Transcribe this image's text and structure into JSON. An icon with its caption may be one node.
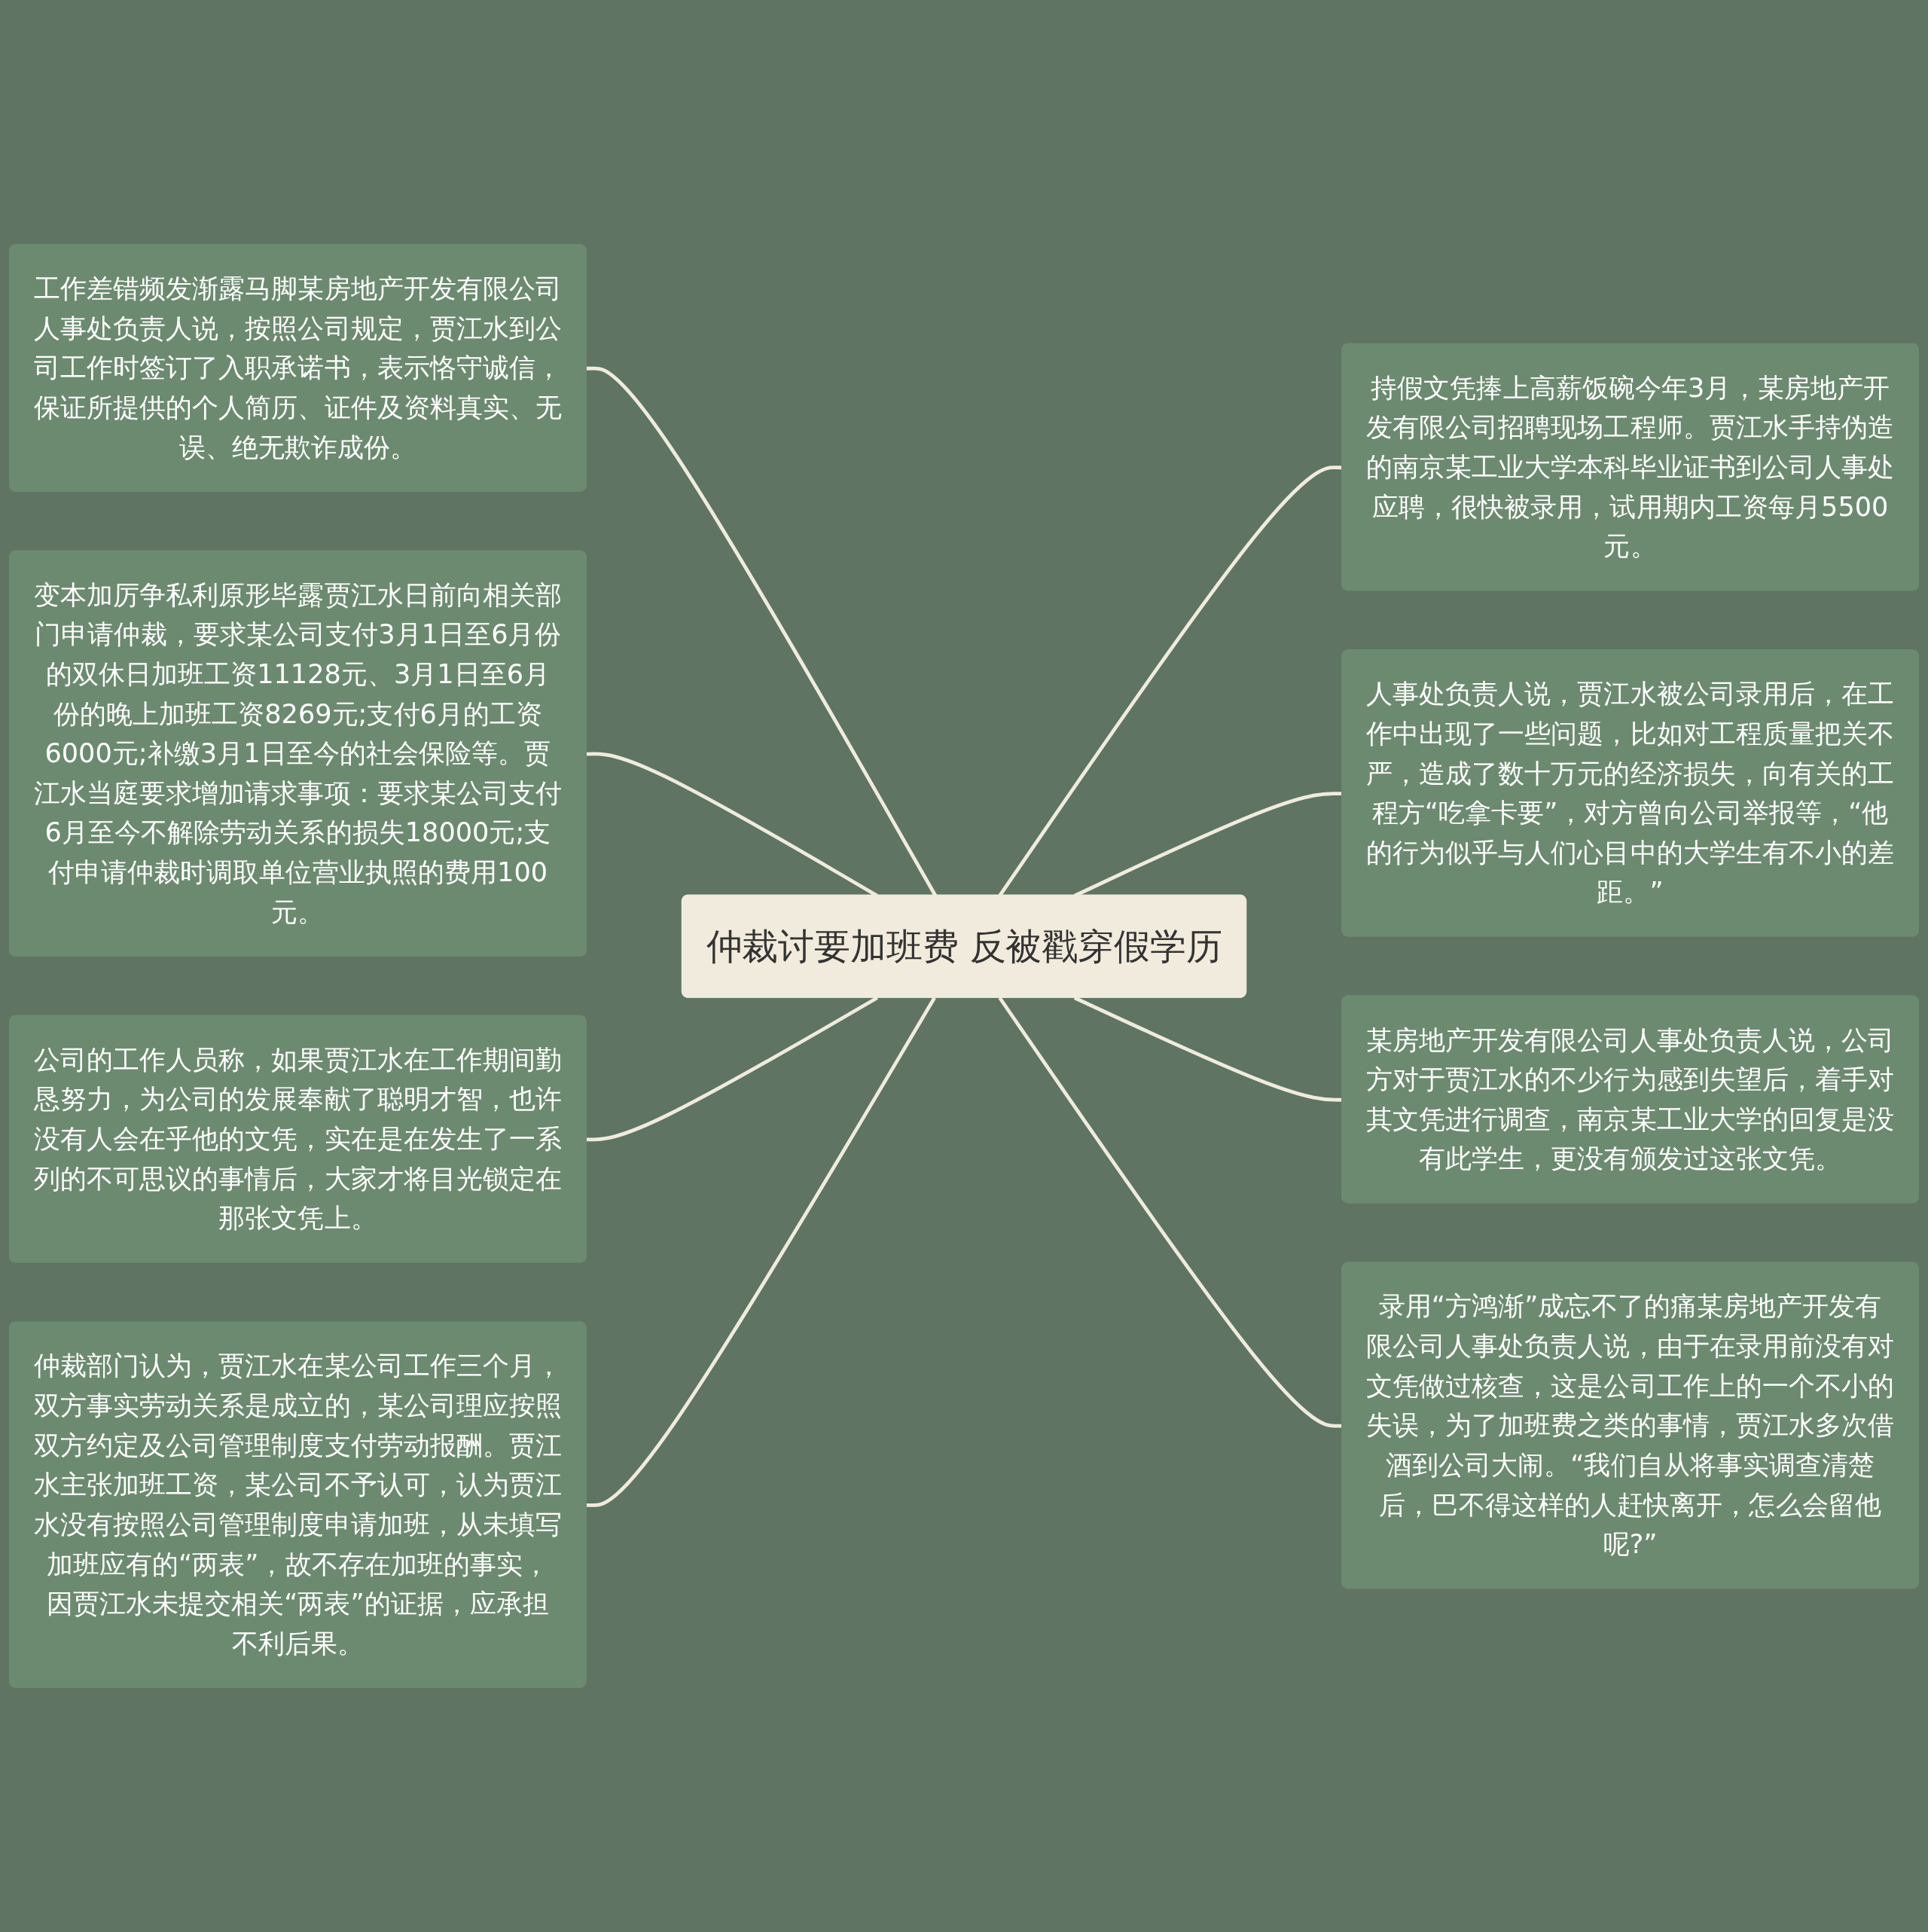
{
  "diagram": {
    "nodes": [
      {
        "text": [
          "仲裁讨要加班费 反被戳穿假学历"
        ]
      },
      {
        "text": [
          "工作差错频发渐露马脚某房地产开发有限公司人事处负责人说，按照公司规定，贾江水到公司工作时签订了入职承诺书，表示恪守诚信，保证所提供的个人简历、证件及资料真实、无误、绝无欺诈成份。"
        ]
      },
      {
        "text": [
          "变本加厉争私利原形毕露贾江水日前向相关部门申请仲裁，要求某公司支付3月1日至6月份的双休日加班工资11128元、3月1日至6月份的晚上加班工资8269元;支付6月的工资6000元;补缴3月1日至今的社会保险等。贾江水当庭要求增加请求事项：要求某公司支付6月至今不解除劳动关系的损失18000元;支付申请仲裁时调取单位营业执照的费用100元。"
        ]
      },
      {
        "text": [
          "公司的工作人员称，如果贾江水在工作期间勤恳努力，为公司的发展奉献了聪明才智，也许没有人会在乎他的文凭，实在是在发生了一系列的不可思议的事情后，大家才将目光锁定在那张文凭上。"
        ]
      },
      {
        "text": [
          "仲裁部门认为，贾江水在某公司工作三个月，双方事实劳动关系是成立的，某公司理应按照双方约定及公司管理制度支付劳动报酬。贾江水主张加班工资，某公司不予认可，认为贾江水没有按照公司管理制度申请加班，从未填写加班应有的“两表”，故不存在加班的事实，因贾江水未提交相关“两表”的证据，应承担不利后果。"
        ]
      },
      {
        "text": [
          "持假文凭捧上高薪饭碗今年3月，某房地产开发有限公司招聘现场工程师。贾江水手持伪造的南京某工业大学本科毕业证书到公司人事处应聘，很快被录用，试用期内工资每月5500元。"
        ]
      },
      {
        "text": [
          "人事处负责人说，贾江水被公司录用后，在工作中出现了一些问题，比如对工程质量把关不严，造成了数十万元的经济损失，向有关的工程方“吃拿卡要”，对方曾向公司举报等，“他的行为似乎与人们心目中的大学生有不小的差距。”"
        ]
      },
      {
        "text": [
          "某房地产开发有限公司人事处负责人说，公司方对于贾江水的不少行为感到失望后，着手对其文凭进行调查，南京某工业大学的回复是没有此学生，更没有颁发过这张文凭。"
        ]
      },
      {
        "text": [
          "录用“方鸿渐”成忘不了的痛某房地产开发有限公司人事处负责人说，由于在录用前没有对文凭做过核查，这是公司工作上的一个不小的失误，为了加班费之类的事情，贾江水多次借酒到公司大闹。“我们自从将事实调查清楚后，巴不得这样的人赶快离开，怎么会留他呢?”"
        ]
      }
    ],
    "edges": [
      {
        "from": 1,
        "to": 0,
        "arrow": "none"
      },
      {
        "from": 2,
        "to": 0,
        "arrow": "none"
      },
      {
        "from": 3,
        "to": 0,
        "arrow": "none"
      },
      {
        "from": 4,
        "to": 0,
        "arrow": "none"
      },
      {
        "from": 0,
        "to": 5,
        "arrow": "none"
      },
      {
        "from": 0,
        "to": 6,
        "arrow": "none"
      },
      {
        "from": 0,
        "to": 7,
        "arrow": "none"
      },
      {
        "from": 0,
        "to": 8,
        "arrow": "none"
      }
    ]
  }
}
